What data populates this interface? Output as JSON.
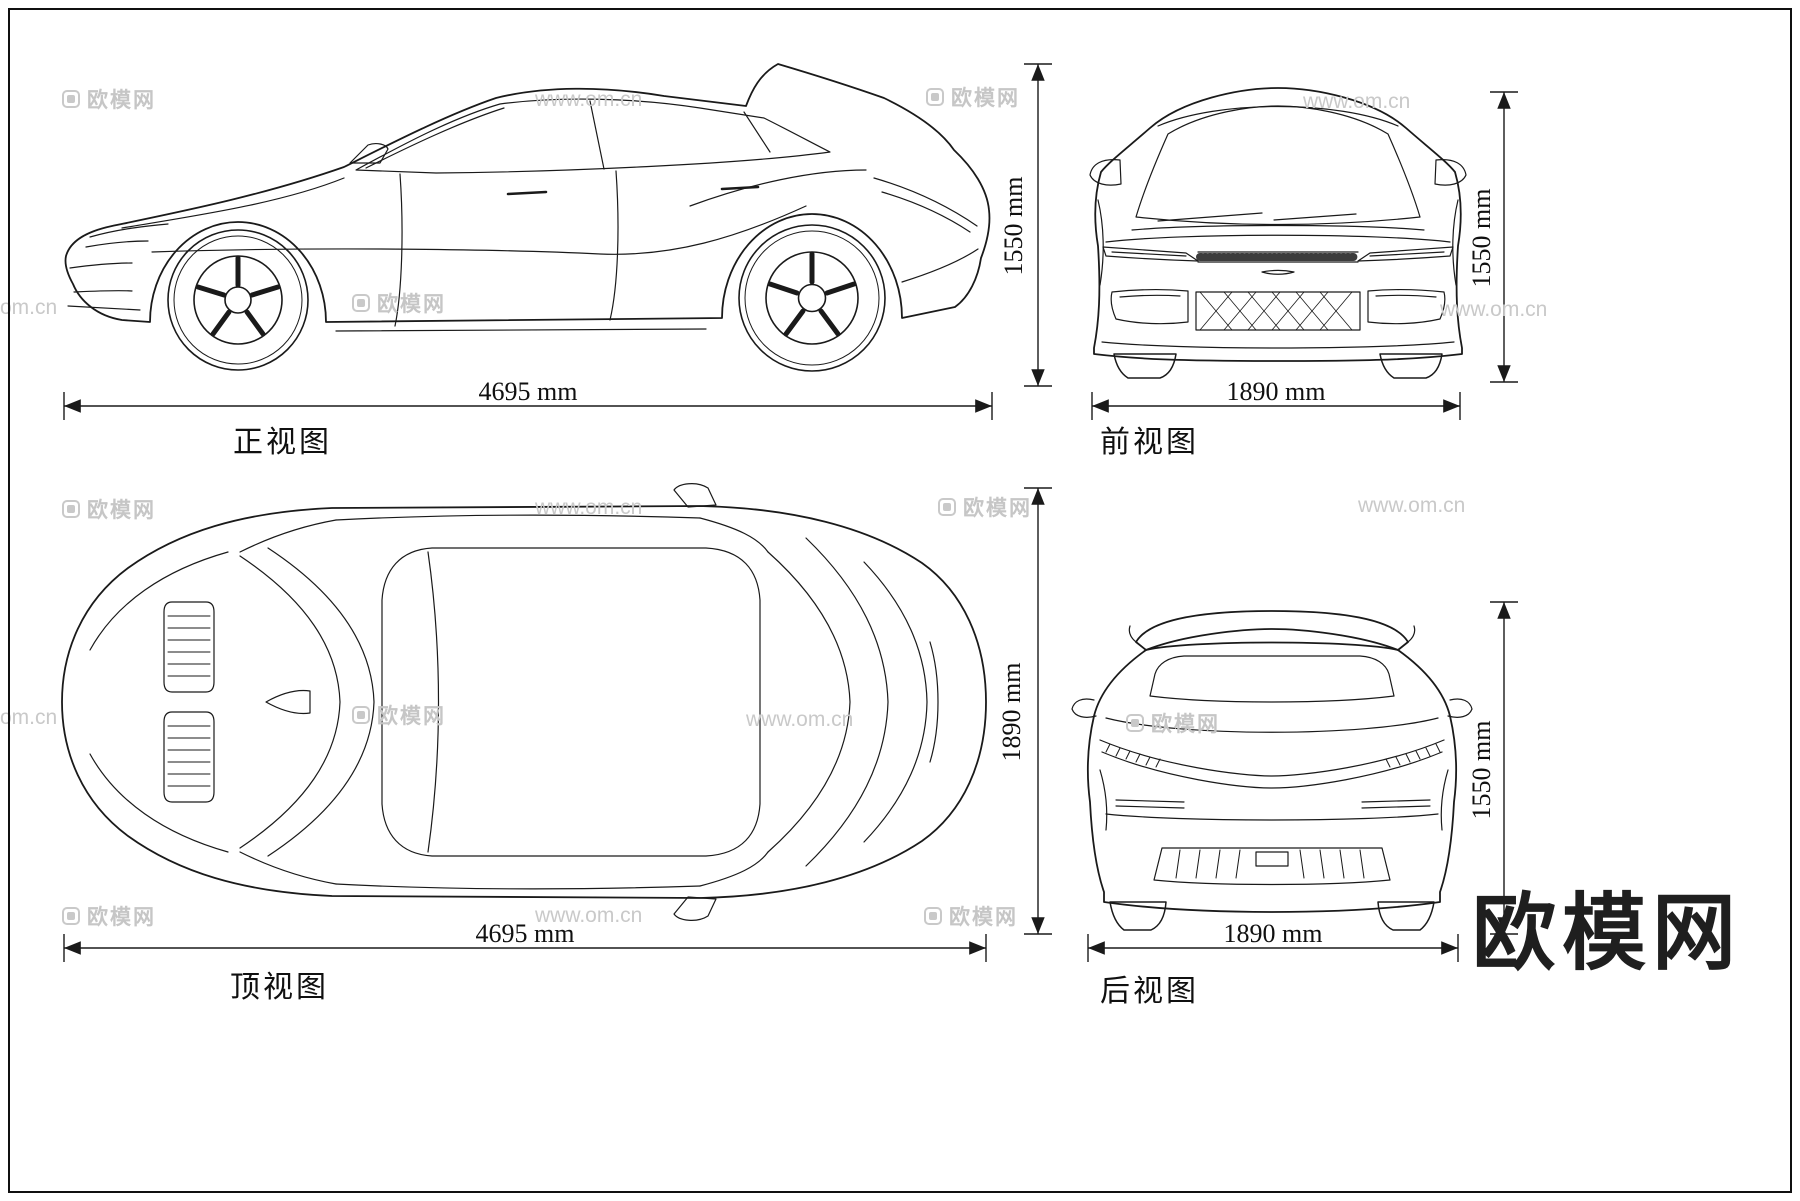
{
  "views": {
    "side": {
      "label": "正视图",
      "dim_length": "4695 mm",
      "dim_height": "1550 mm"
    },
    "front": {
      "label": "前视图",
      "dim_width": "1890 mm",
      "dim_height": "1550 mm"
    },
    "top": {
      "label": "顶视图",
      "dim_length": "4695 mm",
      "dim_width": "1890 mm"
    },
    "rear": {
      "label": "后视图",
      "dim_width": "1890 mm",
      "dim_height": "1550 mm"
    }
  },
  "watermark": {
    "brand": "欧模网",
    "url": "www.om.cn",
    "url_clipped": "om.cn"
  },
  "logo": {
    "text": "欧模网"
  },
  "colors": {
    "line": "#1a1a1a",
    "watermark": "#c9c9c9",
    "logo": "#1f1f1f"
  }
}
